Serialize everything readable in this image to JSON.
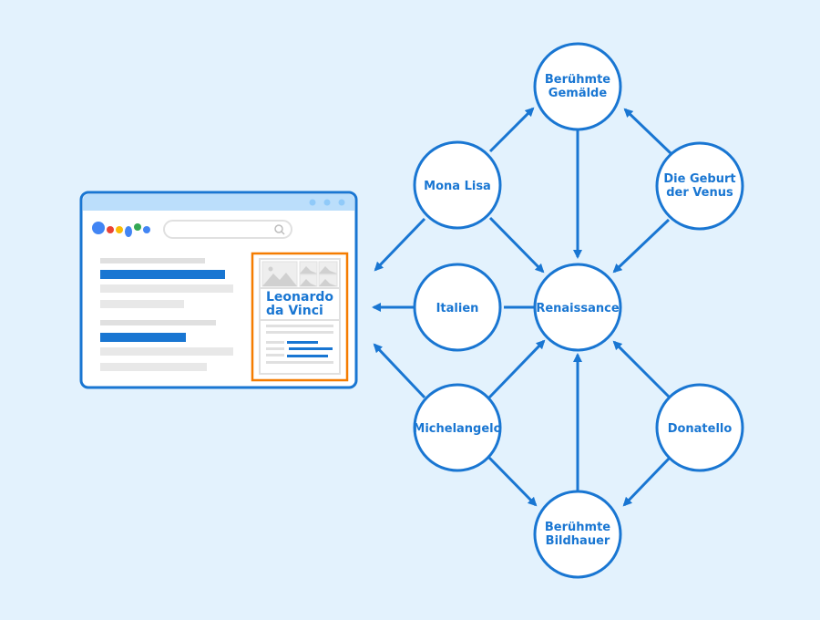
{
  "colors": {
    "background": "#e3f2fd",
    "accent": "#1976d2",
    "highlight": "#f57c00",
    "node_fill": "#ffffff",
    "placeholder": "#e0e0e0",
    "chrome": "#bbdefb"
  },
  "browser": {
    "logo_dots": [
      "#4285f4",
      "#ea4335",
      "#fbbc05",
      "#4285f4",
      "#34a853",
      "#4285f4"
    ],
    "search_icon": "magnifier-icon",
    "knowledge_panel": {
      "title_line1": "Leonardo",
      "title_line2": "da Vinci"
    }
  },
  "graph": {
    "nodes": {
      "famous_paintings": {
        "line1": "Berühmte",
        "line2": "Gemälde"
      },
      "mona_lisa": {
        "line1": "Mona Lisa"
      },
      "birth_of_venus": {
        "line1": "Die Geburt",
        "line2": "der Venus"
      },
      "italy": {
        "line1": "Italien"
      },
      "renaissance": {
        "line1": "Renaissance"
      },
      "michelangelo": {
        "line1": "Michelangelo"
      },
      "donatello": {
        "line1": "Donatello"
      },
      "famous_sculptors": {
        "line1": "Berühmte",
        "line2": "Bildhauer"
      }
    }
  }
}
